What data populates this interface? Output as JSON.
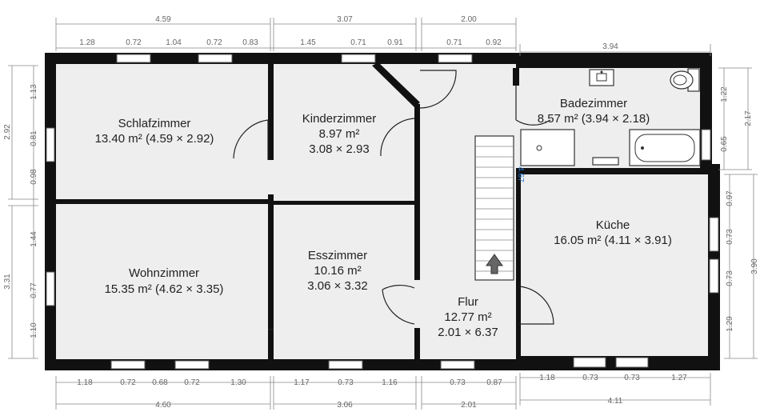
{
  "rooms": {
    "schlafzimmer": {
      "name": "Schlafzimmer",
      "area": "13.40 m² (4.59 × 2.92)"
    },
    "kinderzimmer": {
      "name": "Kinderzimmer",
      "area": "8.97 m²",
      "size": "3.08 × 2.93"
    },
    "badezimmer": {
      "name": "Badezimmer",
      "area": "8.57 m² (3.94 × 2.18)"
    },
    "wohnzimmer": {
      "name": "Wohnzimmer",
      "area": "15.35 m² (4.62 × 3.35)"
    },
    "esszimmer": {
      "name": "Esszimmer",
      "area": "10.16 m²",
      "size": "3.06 × 3.32"
    },
    "kueche": {
      "name": "Küche",
      "area": "16.05 m² (4.11 × 3.91)"
    },
    "flur": {
      "name": "Flur",
      "area": "12.77 m²",
      "size": "2.01 × 6.37"
    }
  },
  "stair_dim": "4.67",
  "dims": {
    "top_total": [
      "4.59",
      "3.07",
      "2.00"
    ],
    "top_segments": [
      "1.28",
      "0.72",
      "1.04",
      "0.72",
      "0.83",
      "1.45",
      "0.71",
      "0.91",
      "0.71",
      "0.92"
    ],
    "bad_total": "3.94",
    "bottom_total": [
      "4.60",
      "3.06",
      "2.01"
    ],
    "bottom_segments": [
      "1.18",
      "0.72",
      "0.68",
      "0.72",
      "1.30",
      "1.17",
      "0.73",
      "1.16",
      "0.73",
      "0.87",
      "1.18",
      "0.73",
      "0.73",
      "1.27"
    ],
    "kueche_bottom_total": "4.11",
    "left_upper_total": "2.92",
    "left_upper_segments": [
      "1.13",
      "0.81",
      "0.98"
    ],
    "left_lower_total": "3.31",
    "left_lower_segments": [
      "1.44",
      "0.77",
      "1.10"
    ],
    "right_upper_total": "2.17",
    "right_upper_segments": [
      "1.22",
      "0.65"
    ],
    "right_lower_total": "3.90",
    "right_lower_segments": [
      "0.97",
      "0.73",
      "0.73",
      "1.29"
    ]
  }
}
